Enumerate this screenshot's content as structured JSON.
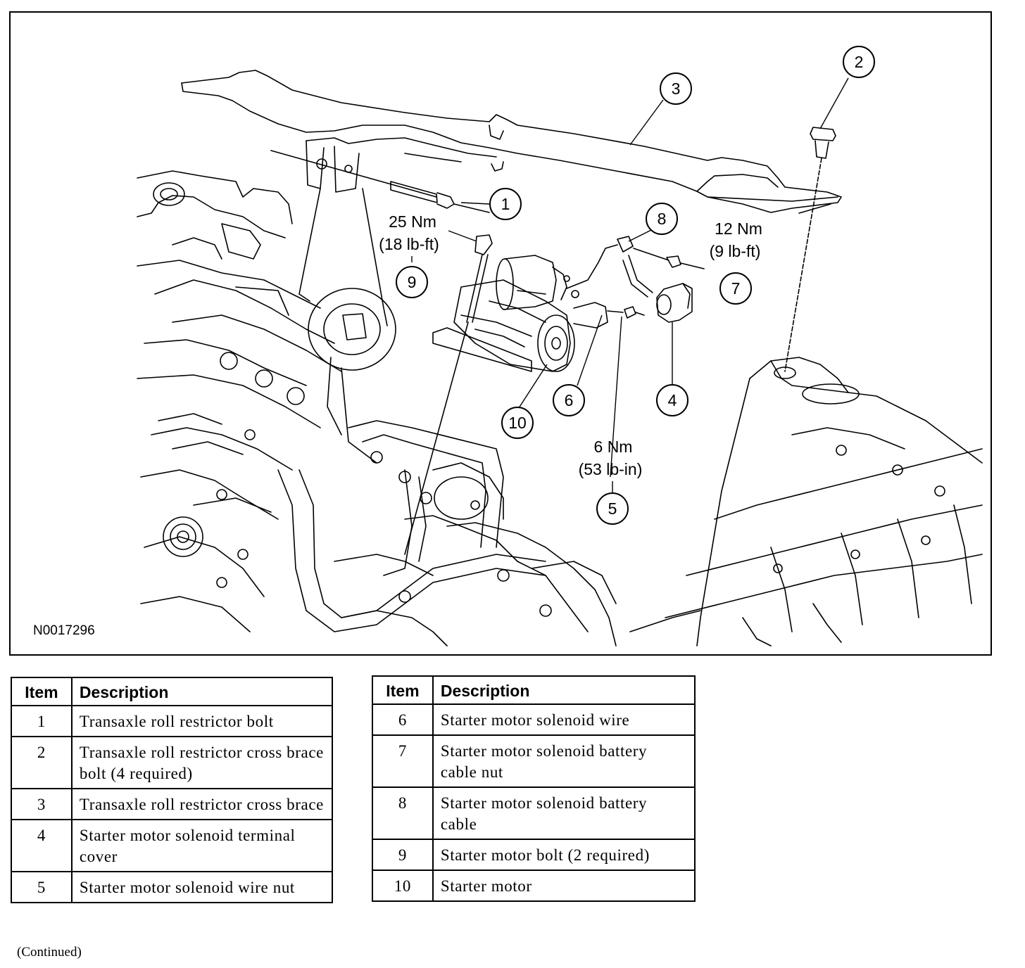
{
  "figure_id": "N0017296",
  "callouts": [
    "1",
    "2",
    "3",
    "4",
    "5",
    "6",
    "7",
    "8",
    "9",
    "10"
  ],
  "torque_specs": {
    "item9": {
      "nm": "25 Nm",
      "imperial": "(18 lb-ft)"
    },
    "item7": {
      "nm": "12 Nm",
      "imperial": "(9 lb-ft)"
    },
    "item5": {
      "nm": "6 Nm",
      "imperial": "(53 lb-in)"
    }
  },
  "table_headers": {
    "item": "Item",
    "description": "Description"
  },
  "legend_left": [
    {
      "item": "1",
      "description": "Transaxle roll restrictor bolt"
    },
    {
      "item": "2",
      "description": "Transaxle roll restrictor cross brace bolt (4 required)"
    },
    {
      "item": "3",
      "description": "Transaxle roll restrictor cross brace"
    },
    {
      "item": "4",
      "description": "Starter motor solenoid terminal cover"
    },
    {
      "item": "5",
      "description": "Starter motor solenoid wire nut"
    }
  ],
  "legend_right": [
    {
      "item": "6",
      "description": "Starter motor solenoid wire"
    },
    {
      "item": "7",
      "description": "Starter motor solenoid battery cable nut"
    },
    {
      "item": "8",
      "description": "Starter motor solenoid battery cable"
    },
    {
      "item": "9",
      "description": "Starter motor bolt (2 required)"
    },
    {
      "item": "10",
      "description": "Starter motor"
    }
  ],
  "continued_label": "(Continued)"
}
